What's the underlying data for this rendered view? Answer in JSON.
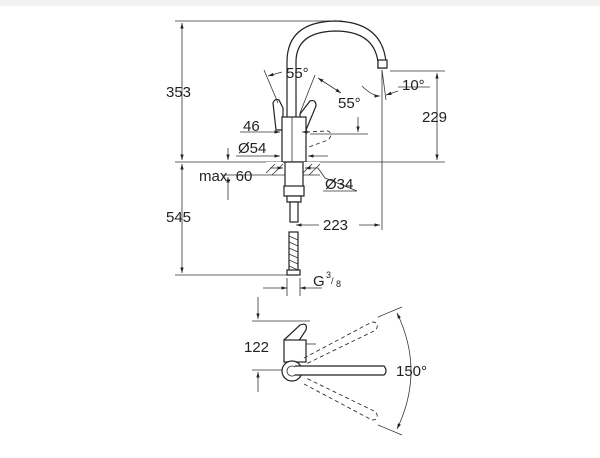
{
  "drawing": {
    "type": "faucet dimension drawing",
    "side_view": {
      "total_height": "353",
      "below_deck_length": "545",
      "spout_height": "229",
      "handle_angle_top": "55°",
      "handle_angle_side": "55°",
      "spout_angle": "10°",
      "handle_offset": "46",
      "base_diameter": "Ø54",
      "max_deck_thickness": "max. 60",
      "hole_diameter": "Ø34",
      "spout_reach": "223",
      "connection_thread": "G",
      "thread_num": "3",
      "thread_den": "8"
    },
    "top_view": {
      "depth": "122",
      "swivel_angle": "150°"
    }
  }
}
